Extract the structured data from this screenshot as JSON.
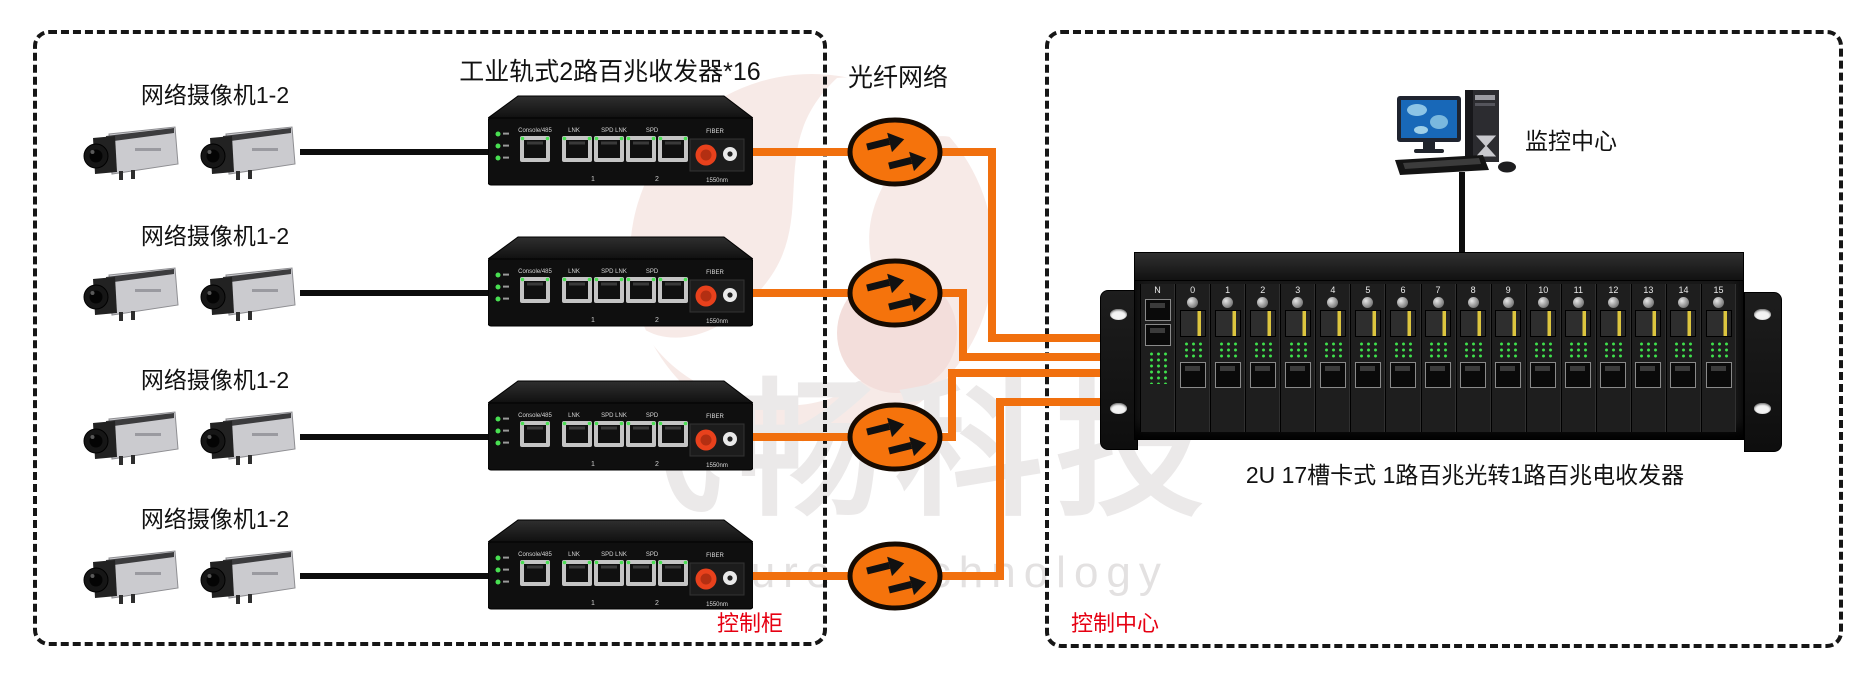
{
  "left_panel": {
    "label": "控制柜",
    "switch_title": "工业轨式2路百兆收发器*16",
    "camera_rows": [
      {
        "label": "网络摄像机1-2"
      },
      {
        "label": "网络摄像机1-2"
      },
      {
        "label": "网络摄像机1-2"
      },
      {
        "label": "网络摄像机1-2"
      }
    ]
  },
  "switch": {
    "console_label": "Console/485",
    "port_group_labels": [
      "LNK",
      "SPD LNK",
      "SPD"
    ],
    "port_numbers": [
      "1",
      "2"
    ],
    "fiber_label": "FIBER",
    "wavelength_label": "1550nm"
  },
  "fiber": {
    "label": "光纤网络"
  },
  "right_panel": {
    "label": "控制中心",
    "monitor_label": "监控中心",
    "chassis_caption": "2U 17槽卡式 1路百兆光转1路百兆电收发器",
    "chassis_slots": [
      "N",
      "0",
      "1",
      "2",
      "3",
      "4",
      "5",
      "6",
      "7",
      "8",
      "9",
      "10",
      "11",
      "12",
      "13",
      "14",
      "15"
    ]
  },
  "watermark": {
    "cn": "飞畅科技",
    "en_left": "uture",
    "en_right": "echnology"
  },
  "colors": {
    "accent_orange": "#f1700e",
    "label_red": "#e60012",
    "led_green": "#3fe04c",
    "fiber_red_connector": "#e8411c",
    "dash_black": "#161616"
  }
}
